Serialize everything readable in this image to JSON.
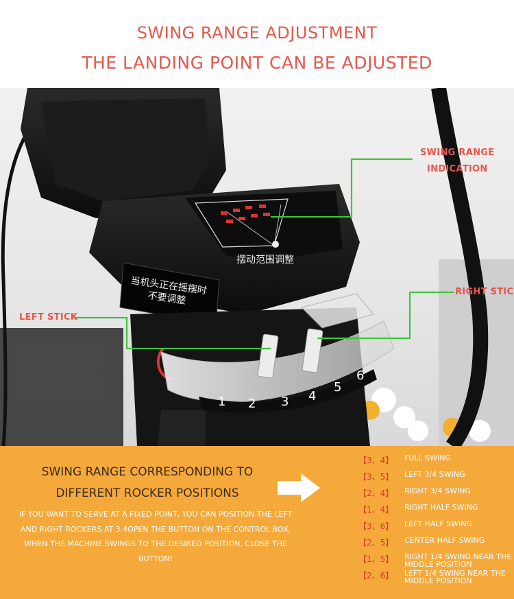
{
  "header": {
    "line1": "SWING RANGE ADJUSTMENT",
    "line2": "THE LANDING POINT CAN BE ADJUSTED"
  },
  "photo": {
    "device_label": "摆动范围调整",
    "warning_line1": "当机头正在摇摆时",
    "warning_line2": "不要调整",
    "scale_numbers": [
      "1",
      "2",
      "3",
      "4",
      "5",
      "6"
    ],
    "callouts": {
      "swing_range_line1": "SWING RANGE",
      "swing_range_line2": "INDICATION",
      "right_stick": "RIGHT STICK",
      "left_stick": "LEFT STICK"
    }
  },
  "panel": {
    "title_line1": "SWING RANGE CORRESPONDING TO",
    "title_line2": "DIFFERENT ROCKER POSITIONS",
    "body_lines": [
      "IF YOU WANT TO SERVE AT A FIXED POINT, YOU CAN POSITION THE LEFT",
      "AND RIGHT ROCKERS AT 3.4OPEN THE BUTTON ON THE CONTROL BOX,",
      "WHEN THE MACHINE SWINGS TO THE DESIRED POSITION, CLOSE THE",
      "BUTTON!"
    ],
    "arrow_icon": "right-arrow-icon",
    "positions": [
      {
        "code": "【3、4】",
        "desc": "FULL SWING"
      },
      {
        "code": "【3、5】",
        "desc": "LEFT 3/4 SWING"
      },
      {
        "code": "【2、4】",
        "desc": "RIGHT 3/4 SWING"
      },
      {
        "code": "【1、4】",
        "desc": "RIGHT HALF SWING"
      },
      {
        "code": "【3、6】",
        "desc": "LEFT HALF SWING"
      },
      {
        "code": "【2、5】",
        "desc": "CENTER HALF SWING"
      },
      {
        "code": "【1、5】",
        "desc": "RIGHT 1/4 SWING NEAR THE MIDDLE POSITION"
      },
      {
        "code": "【2、6】",
        "desc": "LEFT 1/4 SWING NEAR THE MIDDLE POSITION"
      }
    ]
  },
  "colors": {
    "accent_red": "#e8574a",
    "callout_green": "#3ec43e",
    "panel_orange": "#f6a93b"
  }
}
